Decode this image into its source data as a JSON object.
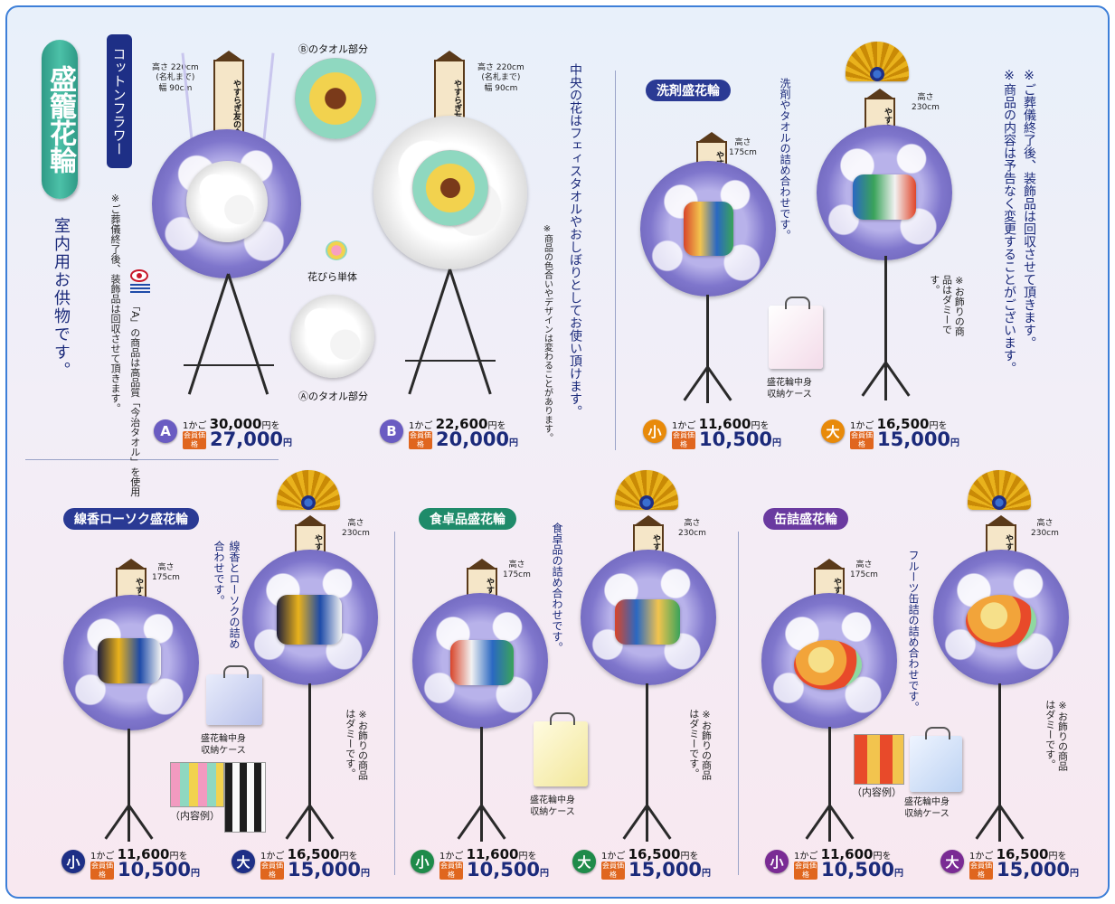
{
  "header": {
    "title": "盛籠花輪",
    "subtitle": "室内用お供物です。",
    "cotton_label": "コットンフラワー",
    "note_right": "※ご葬儀終了後、装飾品は回収させて頂きます。",
    "note_right2": "※商品の内容は予告なく変更することがございます。"
  },
  "cotton": {
    "note_a": "※ご葬儀終了後、装飾品は回収させて頂きます。",
    "note_a2": "「A」の商品は高品質「今治タオル」を使用",
    "size_a": "高さ 220cm\n(名札まで)\n幅 90cm",
    "size_b": "高さ 220cm\n(名札まで)\n幅 90cm",
    "towel_b_label": "Ⓑのタオル部分",
    "towel_a_label": "Ⓐのタオル部分",
    "petal_label": "花びら単体",
    "center_note": "中央の花はフェィスタオルやおしぼりとしてお使い頂けます。",
    "design_note": "※商品の色合いやデザインは変わることがあります。",
    "name_tag": "やすらぎ友の会",
    "name_tag_b": "やすらぎ友の会"
  },
  "prices": {
    "a_mark": "A",
    "a_reg": "1かご",
    "a_reg_price": "30,000",
    "a_reg_suffix": "円を",
    "a_badge": "会員価格",
    "a_mem": "27,000",
    "a_mem_suffix": "円",
    "b_mark": "B",
    "b_reg": "1かご",
    "b_reg_price": "22,600",
    "b_reg_suffix": "円を",
    "b_badge": "会員価格",
    "b_mem": "20,000",
    "b_mem_suffix": "円",
    "small_mark": "小",
    "large_mark": "大",
    "reg": "1かご",
    "small_reg": "11,600",
    "small_mem": "10,500",
    "large_reg": "16,500",
    "large_mem": "15,000",
    "reg_suffix": "円を",
    "badge": "会員価格",
    "mem_suffix": "円"
  },
  "sections": {
    "detergent": {
      "label": "洗剤盛花輪",
      "content": "洗剤やタオルの詰め合わせです。",
      "size_small": "高さ\n175cm",
      "size_large": "高さ\n230cm",
      "case": "盛花輪中身\n収納ケース",
      "dummy": "※お飾りの商品はダミーです。",
      "tag": "やすらぎ友の会"
    },
    "candle": {
      "label": "線香ローソク盛花輪",
      "content": "線香とローソクの詰め合わせです。",
      "size_small": "高さ\n175cm",
      "size_large": "高さ\n230cm",
      "case": "盛花輪中身\n収納ケース",
      "example": "（内容例）",
      "dummy": "※お飾りの商品はダミーです。",
      "tag": "やすらぎ友の会"
    },
    "food": {
      "label": "食卓品盛花輪",
      "content": "食卓品の詰め合わせです。",
      "size_small": "高さ\n175cm",
      "size_large": "高さ\n230cm",
      "case": "盛花輪中身\n収納ケース",
      "dummy": "※お飾りの商品はダミーです。",
      "tag": "やすらぎ友の会"
    },
    "can": {
      "label": "缶詰盛花輪",
      "content": "フルーツ缶詰の詰め合わせです。",
      "size_small": "高さ\n175cm",
      "size_large": "高さ\n230cm",
      "case": "盛花輪中身\n収納ケース",
      "example": "（内容例）",
      "dummy": "※お飾りの商品はダミーです。",
      "tag": "やすらぎ友の会"
    }
  },
  "colors": {
    "navy": "#1b2a7a",
    "teal": "#2f9a86",
    "orange": "#e88a0a",
    "border": "#3d7fd8"
  }
}
